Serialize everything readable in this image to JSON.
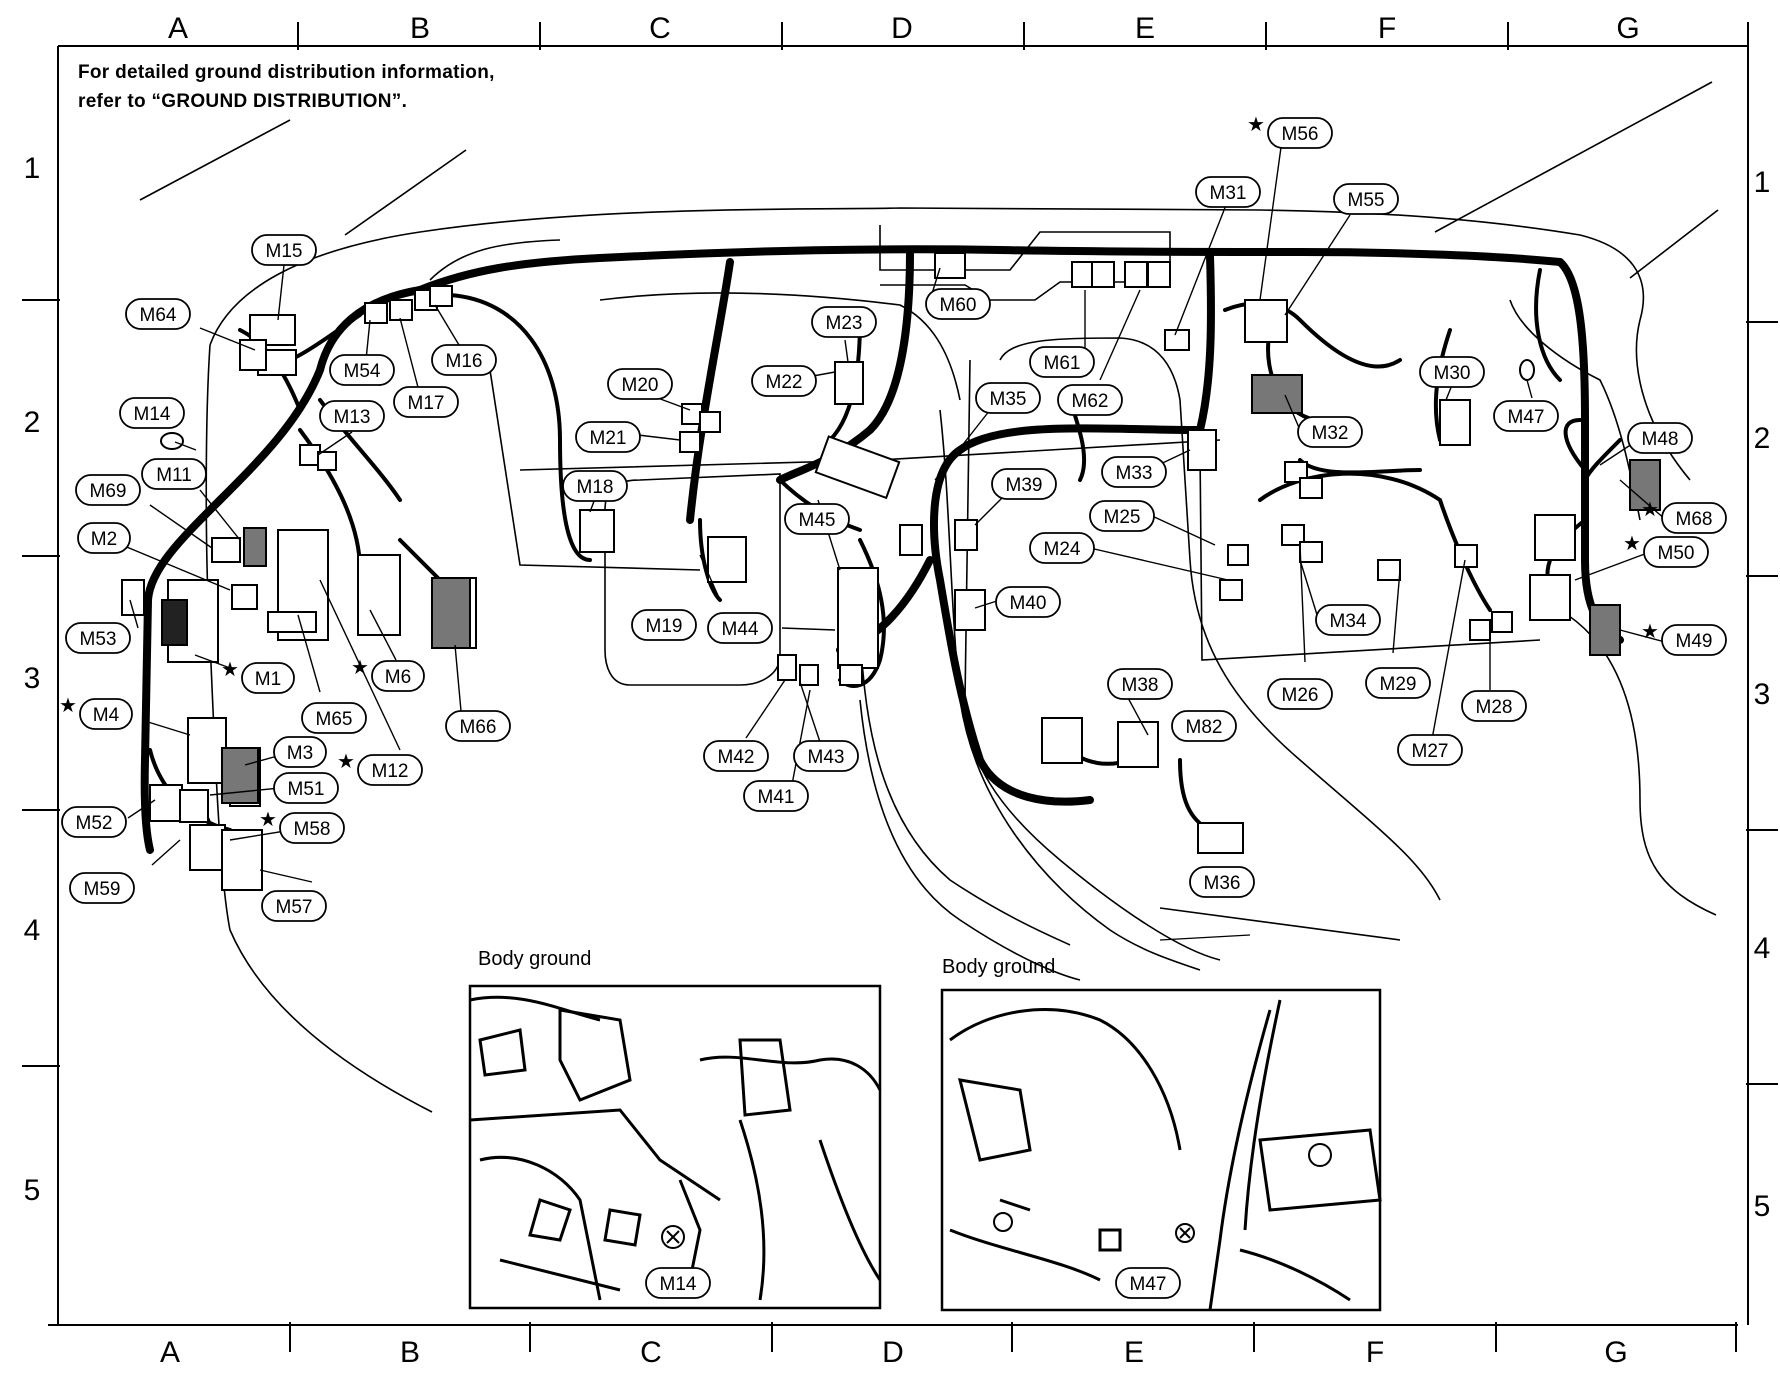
{
  "note": {
    "line1": "For detailed ground distribution information,",
    "line2": "refer to “GROUND DISTRIBUTION”."
  },
  "grid": {
    "columns": [
      "A",
      "B",
      "C",
      "D",
      "E",
      "F",
      "G"
    ],
    "rows": [
      "1",
      "2",
      "3",
      "4",
      "5"
    ]
  },
  "insets": [
    {
      "caption": "Body ground",
      "label": "M14"
    },
    {
      "caption": "Body ground",
      "label": "M47"
    }
  ],
  "connectors": [
    {
      "id": "M15",
      "star": false
    },
    {
      "id": "M64",
      "star": false
    },
    {
      "id": "M54",
      "star": false
    },
    {
      "id": "M17",
      "star": false
    },
    {
      "id": "M16",
      "star": false
    },
    {
      "id": "M14",
      "star": false
    },
    {
      "id": "M13",
      "star": false
    },
    {
      "id": "M11",
      "star": false
    },
    {
      "id": "M69",
      "star": false
    },
    {
      "id": "M2",
      "star": false
    },
    {
      "id": "M53",
      "star": false
    },
    {
      "id": "M1",
      "star": true
    },
    {
      "id": "M6",
      "star": true
    },
    {
      "id": "M65",
      "star": false
    },
    {
      "id": "M12",
      "star": true
    },
    {
      "id": "M66",
      "star": false
    },
    {
      "id": "M4",
      "star": true
    },
    {
      "id": "M3",
      "star": false
    },
    {
      "id": "M51",
      "star": false
    },
    {
      "id": "M52",
      "star": false
    },
    {
      "id": "M58",
      "star": true
    },
    {
      "id": "M59",
      "star": false
    },
    {
      "id": "M57",
      "star": false
    },
    {
      "id": "M20",
      "star": false
    },
    {
      "id": "M21",
      "star": false
    },
    {
      "id": "M18",
      "star": false
    },
    {
      "id": "M22",
      "star": false
    },
    {
      "id": "M23",
      "star": false
    },
    {
      "id": "M19",
      "star": false
    },
    {
      "id": "M44",
      "star": false
    },
    {
      "id": "M45",
      "star": false
    },
    {
      "id": "M42",
      "star": false
    },
    {
      "id": "M43",
      "star": false
    },
    {
      "id": "M41",
      "star": false
    },
    {
      "id": "M60",
      "star": false
    },
    {
      "id": "M61",
      "star": false
    },
    {
      "id": "M62",
      "star": false
    },
    {
      "id": "M35",
      "star": false
    },
    {
      "id": "M39",
      "star": false
    },
    {
      "id": "M40",
      "star": false
    },
    {
      "id": "M31",
      "star": false
    },
    {
      "id": "M56",
      "star": true
    },
    {
      "id": "M55",
      "star": false
    },
    {
      "id": "M33",
      "star": false
    },
    {
      "id": "M32",
      "star": false
    },
    {
      "id": "M25",
      "star": false
    },
    {
      "id": "M24",
      "star": false
    },
    {
      "id": "M38",
      "star": false
    },
    {
      "id": "M82",
      "star": false
    },
    {
      "id": "M36",
      "star": false
    },
    {
      "id": "M34",
      "star": false
    },
    {
      "id": "M26",
      "star": false
    },
    {
      "id": "M29",
      "star": false
    },
    {
      "id": "M27",
      "star": false
    },
    {
      "id": "M28",
      "star": false
    },
    {
      "id": "M30",
      "star": false
    },
    {
      "id": "M47",
      "star": false
    },
    {
      "id": "M48",
      "star": false
    },
    {
      "id": "M68",
      "star": true
    },
    {
      "id": "M50",
      "star": true
    },
    {
      "id": "M49",
      "star": true
    }
  ]
}
